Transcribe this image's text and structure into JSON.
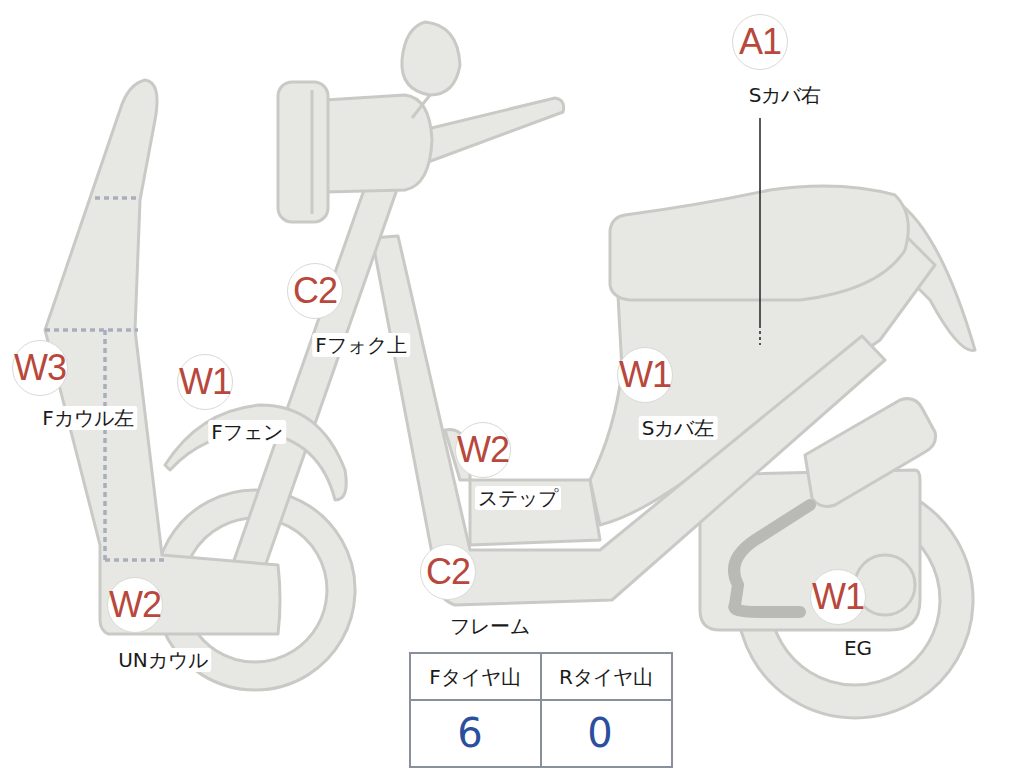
{
  "diagram": {
    "labels": [
      "A1",
      "Sカバ右",
      "C2",
      "Fフォク上",
      "W3",
      "Fカウル左",
      "W1",
      "Fフェン",
      "W1",
      "Sカバ左",
      "W2",
      "ステップ",
      "C2",
      "フレーム",
      "W2",
      "UNカウル",
      "W1",
      "EG",
      "Fタイヤ山",
      "Rタイヤ山",
      "6",
      "0"
    ]
  }
}
